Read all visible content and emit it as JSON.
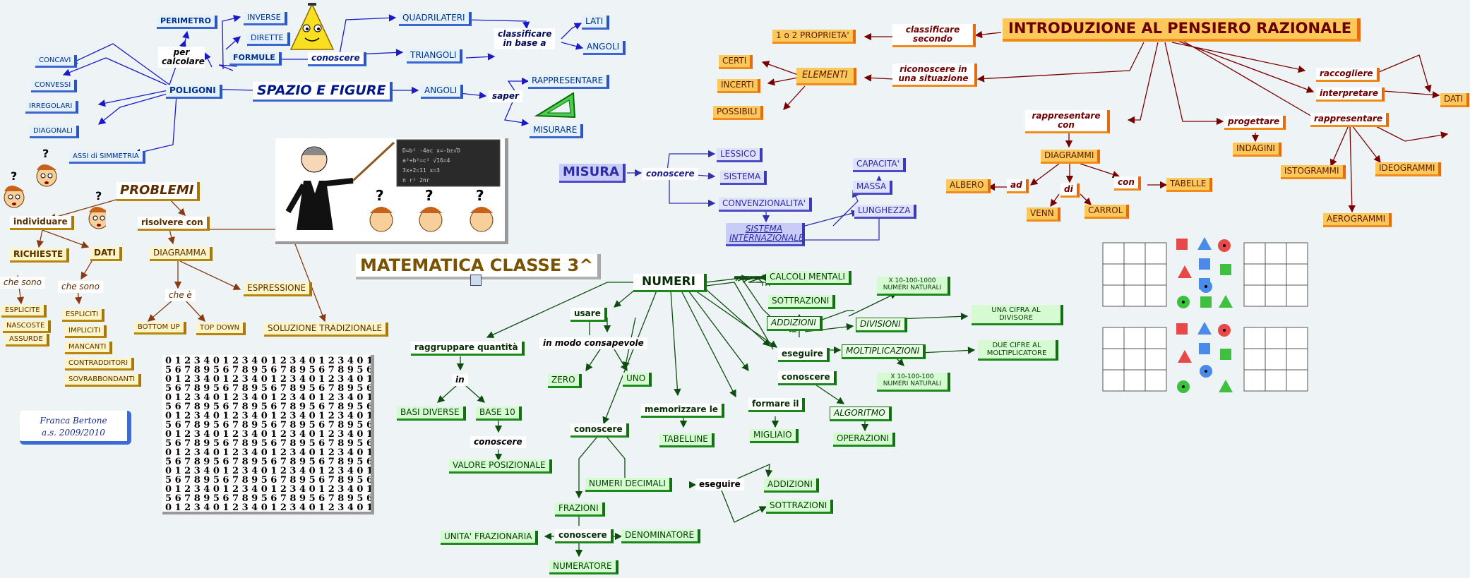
{
  "title": {
    "main": "MATEMATICA CLASSE 3^",
    "right": "INTRODUZIONE AL PENSIERO RAZIONALE"
  },
  "author": {
    "line1": "Franca Bertone",
    "line2": "a.s. 2009/2010"
  },
  "spazio": {
    "title": "SPAZIO E FIGURE",
    "poligoni": "POLIGONI",
    "perimetro": "PERIMETRO",
    "per_calcolare": "per calcolare",
    "formule": "FORMULE",
    "inverse": "INVERSE",
    "dirette": "DIRETTE",
    "conoscere": "conoscere",
    "quadrilateri": "QUADRILATERI",
    "triangoli": "TRIANGOLI",
    "classificare": "classificare in base a",
    "lati": "LATI",
    "angoli_c": "ANGOLI",
    "angoli": "ANGOLI",
    "saper": "saper",
    "rappresentare": "RAPPRESENTARE",
    "misurare": "MISURARE",
    "concavi": "CONCAVI",
    "convessi": "CONVESSI",
    "irregolari": "IRREGOLARI",
    "diagonali": "DIAGONALI",
    "assi": "ASSI di SIMMETRIA"
  },
  "problemi": {
    "title": "PROBLEMI",
    "individuare": "individuare",
    "richieste": "RICHIESTE",
    "dati": "DATI",
    "che_sono1": "che sono",
    "che_sono2": "che sono",
    "espliciti1": "ESPLICITE",
    "nascoste": "NASCOSTE",
    "assurde": "ASSURDE",
    "espliciti2": "ESPLICITI",
    "impliciti": "IMPLICITI",
    "mancanti": "MANCANTI",
    "contraddittori": "CONTRADDITORI",
    "sovrabbondanti": "SOVRABBONDANTI",
    "risolvere": "risolvere con",
    "diagramma": "DIAGRAMMA",
    "che_e": "che è",
    "bottom_up": "BOTTOM UP",
    "top_down": "TOP DOWN",
    "espressione": "ESPRESSIONE",
    "soluzione": "SOLUZIONE TRADIZIONALE"
  },
  "misura": {
    "title": "MISURA",
    "conoscere": "conoscere",
    "lessico": "LESSICO",
    "sistema": "SISTEMA",
    "convenzionalita": "CONVENZIONALITA'",
    "si": "SISTEMA INTERNAZIONALE",
    "capacita": "CAPACITA'",
    "massa": "MASSA",
    "lunghezza": "LUNGHEZZA"
  },
  "numeri": {
    "title": "NUMERI",
    "raggruppare": "raggruppare quantità",
    "in": "in",
    "basi": "BASI DIVERSE",
    "base10": "BASE 10",
    "conoscere1": "conoscere",
    "valore": "VALORE POSIZIONALE",
    "usare": "usare",
    "consapevole": "in modo consapevole",
    "zero": "ZERO",
    "uno": "UNO",
    "conoscere2": "conoscere",
    "decimali": "NUMERI DECIMALI",
    "eseguire2": "eseguire",
    "addizioni2": "ADDIZIONI",
    "sottrazioni2": "SOTTRAZIONI",
    "frazioni": "FRAZIONI",
    "conoscere3": "conoscere",
    "unita": "UNITA' FRAZIONARIA",
    "denominatore": "DENOMINATORE",
    "numeratore": "NUMERATORE",
    "memorizzare": "memorizzare le",
    "tabelline": "TABELLINE",
    "formare": "formare il",
    "migliaio": "MIGLIAIO",
    "calcoli": "CALCOLI MENTALI",
    "sottrazioni1": "SOTTRAZIONI",
    "addizioni1": "ADDIZIONI",
    "eseguire1": "eseguire",
    "conoscere4": "conoscere",
    "algoritmo": "ALGORITMO",
    "operazioni": "OPERAZIONI",
    "divisioni": "DIVISIONI",
    "moltiplicazioni": "MOLTIPLICAZIONI",
    "x1000": "X 10-100-1000 NUMERI NATURALI",
    "x100": "X 10-100-100 NUMERI NATURALI",
    "una_cifra": "UNA CIFRA AL DIVISORE",
    "due_cifre": "DUE CIFRE AL MOLTIPLICATORE"
  },
  "pensiero": {
    "classificare": "classificare secondo",
    "proprieta": "1 o 2 PROPRIETA'",
    "riconoscere": "riconoscere in una situazione",
    "elementi": "ELEMENTI",
    "certi": "CERTI",
    "incerti": "INCERTI",
    "possibili": "POSSIBILI",
    "raccogliere": "raccogliere",
    "interpretare": "interpretare",
    "dati": "DATI",
    "rappresentare2": "rappresentare",
    "istogrammi": "ISTOGRAMMI",
    "ideogrammi": "IDEOGRAMMI",
    "aerogrammi": "AEROGRAMMI",
    "progettare": "progettare",
    "indagini": "INDAGINI",
    "rappresentare1": "rappresentare con",
    "diagrammi": "DIAGRAMMI",
    "ad": "ad",
    "albero": "ALBERO",
    "di": "di",
    "venn": "VENN",
    "carrol": "CARROL",
    "con": "con",
    "tabelle": "TABELLE"
  },
  "number_grid": {
    "row_a": "0 1 2 3 4 0 1 2 3 4 0 1 2 3 4 0 1 2 3 4 0 1 2 3 4 0 1 2 3 4 0",
    "row_b": "5 6 7 8 9 5 6 7 8 9 5 6 7 8 9 5 6 7 8 9 5 6 7 8 9 5 6 7 8 9 5"
  },
  "colors": {
    "line_blue": "#1a1acc",
    "line_brown": "#8a3a12",
    "line_green": "#0d4d0d",
    "line_darkred": "#7a0000",
    "line_purple": "#3030b0"
  }
}
